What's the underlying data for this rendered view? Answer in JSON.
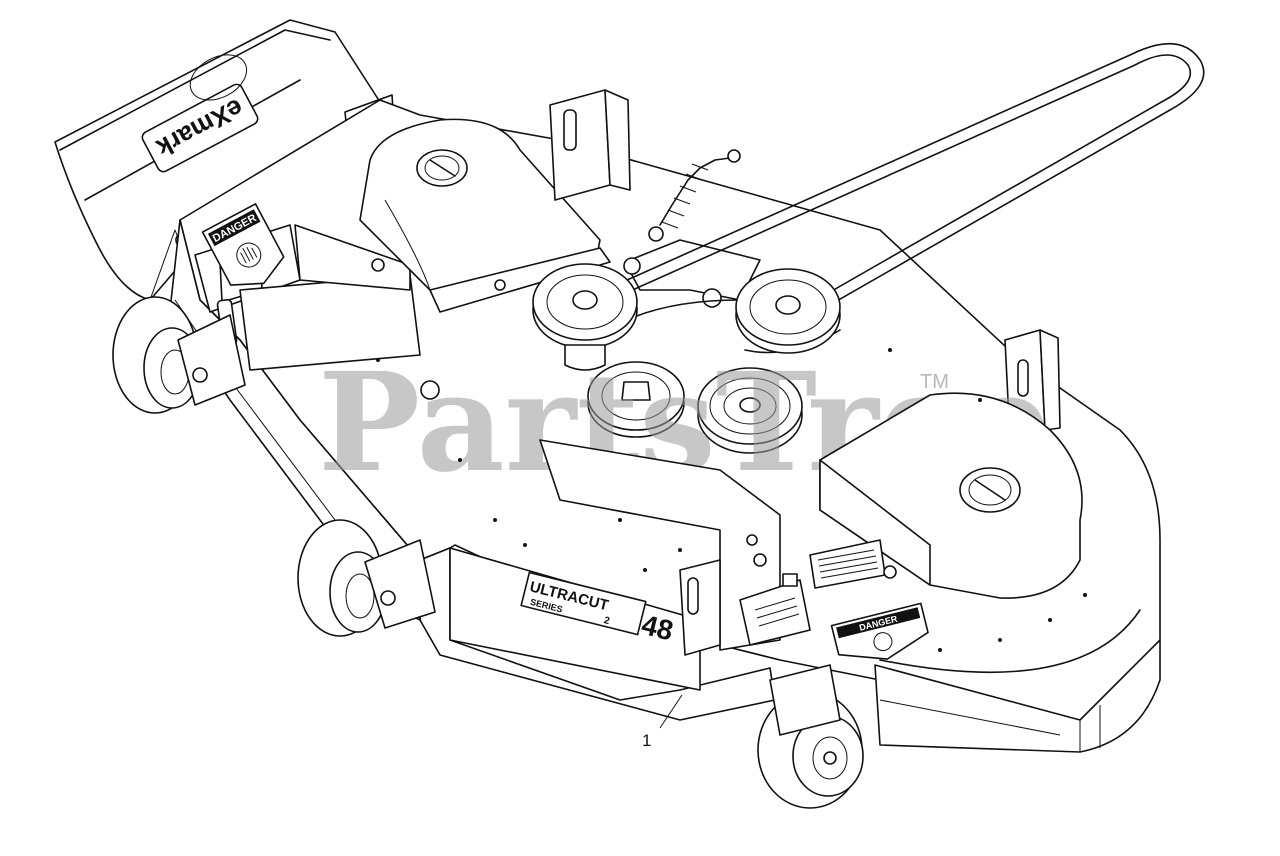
{
  "watermark": {
    "text": "PartsTree",
    "trademark": "TM"
  },
  "brand_logo": {
    "text": "eXmark"
  },
  "deck_badge": {
    "line1": "ULTRACUT",
    "line2": "SERIES",
    "series_number": "2",
    "size": "48"
  },
  "danger_decals": [
    {
      "label": "DANGER"
    },
    {
      "label": "DANGER"
    }
  ],
  "callouts": [
    {
      "number": "1",
      "part": "mower-deck-assembly"
    }
  ],
  "icons": [
    "pulley-icon",
    "spring-icon",
    "caster-wheel-icon",
    "belt-icon",
    "warning-decal-icon"
  ],
  "colors": {
    "line": "#111111",
    "background": "#ffffff",
    "watermark": "#9b9b9b"
  }
}
